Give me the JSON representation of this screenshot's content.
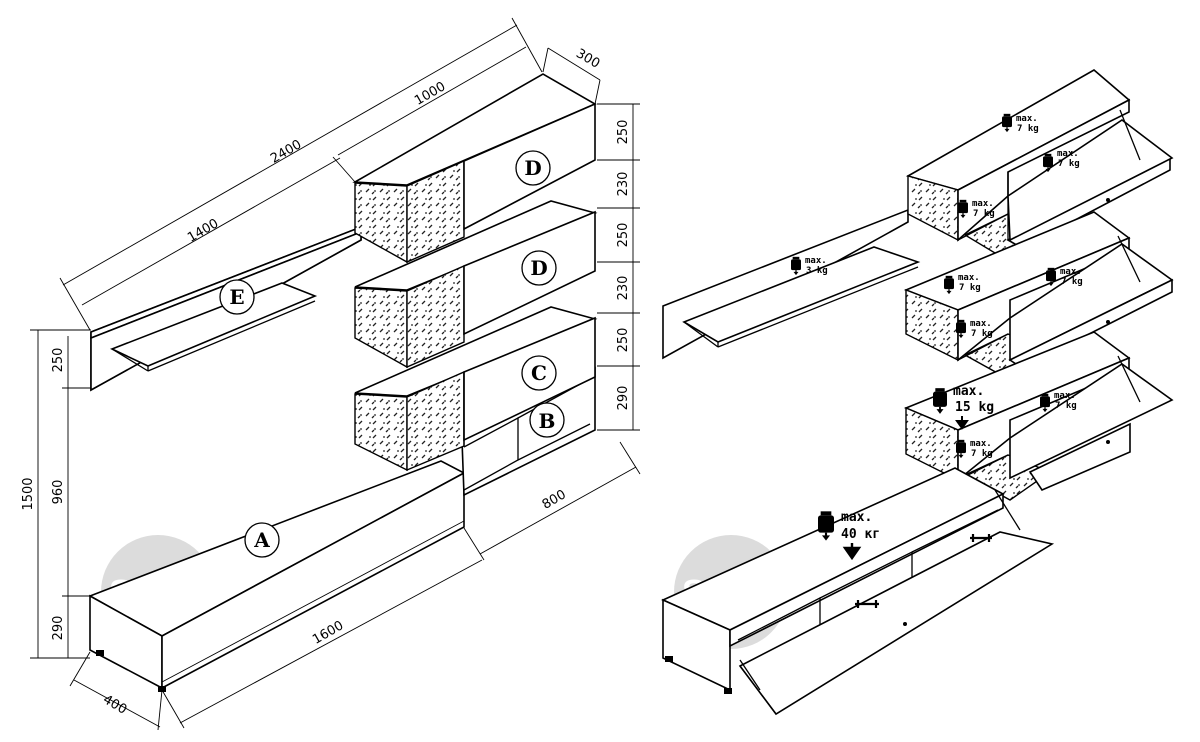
{
  "dimensions": {
    "total_width": "2400",
    "top_cabinet_width": "1000",
    "depth_upper": "300",
    "shelf_width": "1400",
    "row_250_a": "250",
    "row_230_a": "230",
    "row_250_b": "250",
    "row_230_b": "230",
    "row_250_c": "250",
    "row_290_right": "290",
    "total_height": "1500",
    "height_960": "960",
    "height_250_left": "250",
    "height_290_left": "290",
    "width_800": "800",
    "width_1600": "1600",
    "depth_400": "400"
  },
  "labels": {
    "a": "A",
    "b": "B",
    "c": "C",
    "d_top": "D",
    "d_mid": "D",
    "e": "E"
  },
  "weights": {
    "w1_a": "max.",
    "w1_b": "7 kg",
    "w2_a": "max.",
    "w2_b": "7 kg",
    "w3_a": "max.",
    "w3_b": "7 kg",
    "w4_a": "max.",
    "w4_b": "3 kg",
    "w5_a": "max.",
    "w5_b": "7 kg",
    "w6_a": "max.",
    "w6_b": "7 kg",
    "w7_a": "max.",
    "w7_b": "7 kg",
    "w8_a": "max.",
    "w8_b": "15 kg",
    "w9_a": "max.",
    "w9_b": "7 kg",
    "w10_a": "max.",
    "w10_b": "7 kg",
    "w11_a": "max.",
    "w11_b": "40 кг"
  },
  "watermark": {
    "left": "SOFA",
    "right": "SOFA"
  }
}
